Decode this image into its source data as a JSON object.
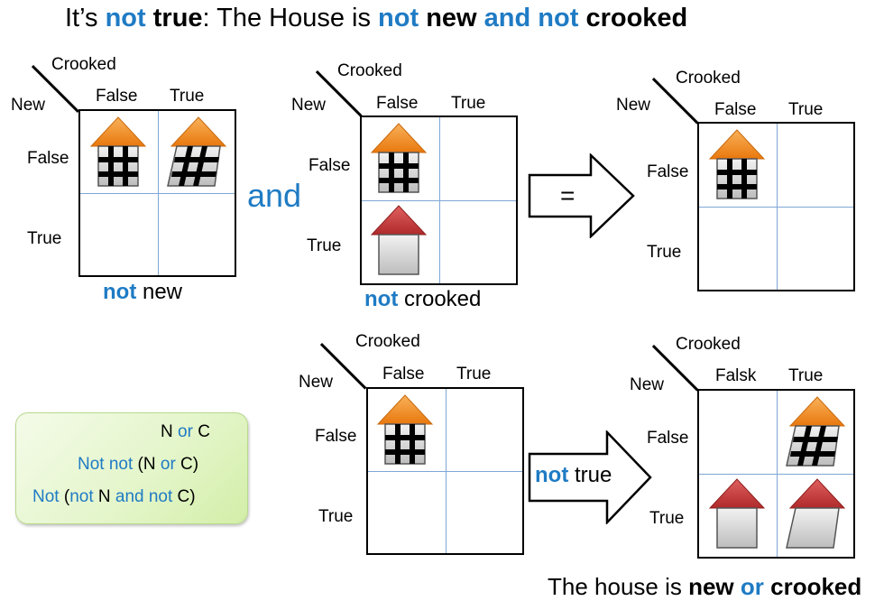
{
  "title": {
    "prefix": "It’s ",
    "not": "not",
    "true_word": " true",
    "colon_part": ":  The House is ",
    "not1": "not",
    "new_word": " new",
    "and_word": " and",
    "not2": " not",
    "crooked_word": " crooked"
  },
  "axis": {
    "crooked": "Crooked",
    "new": "New",
    "false": "False",
    "true": "True",
    "falsk": "Falsk"
  },
  "captions": {
    "not_new_a": "not",
    "not_new_b": " new",
    "not_crooked_a": "not",
    "not_crooked_b": " crooked",
    "and": "and",
    "equals": "=",
    "not_true_a": "not",
    "not_true_b": " true"
  },
  "bottom_caption": {
    "a": "The house is ",
    "b": "new",
    "c": " or",
    "d": " crooked"
  },
  "formula": {
    "line1_a": "N",
    "line1_b": " or",
    "line1_c": " C",
    "line2_a": "Not not",
    "line2_b": " (N",
    "line2_c": "  or",
    "line2_d": "  C)",
    "line3_a": "Not",
    "line3_b": " (",
    "line3_c": "not",
    "line3_d": " N",
    "line3_e": " and not",
    "line3_f": " C)"
  },
  "colors": {
    "accent": "#1f7bc4",
    "roof_orange": "#f08a1e",
    "roof_red": "#c93a3a",
    "wall": "#d9d9d9"
  }
}
